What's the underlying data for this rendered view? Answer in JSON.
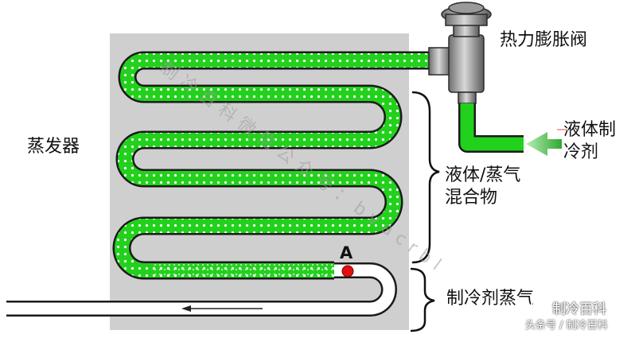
{
  "labels": {
    "valve": "热力膨胀阀",
    "evaporator": "蒸发器",
    "liquid_refrigerant_line1": "液体制",
    "liquid_refrigerant_line2": "冷剂",
    "mixture_line1": "液体/蒸气",
    "mixture_line2": "混合物",
    "vapor": "制冷剂蒸气",
    "point_a": "A"
  },
  "watermark": {
    "diagonal_text": "制冷百科微信公众号：bvacrbl",
    "brand": "制冷百科",
    "source": "头条号 / 制冷百科"
  },
  "colors": {
    "evaporator_panel": "#cfcfcf",
    "liquid_green": "#22d11c",
    "pipe_outline": "#1a1a1a",
    "vapor_pipe": "#ffffff",
    "point_a_red": "#e01010",
    "inlet_arrow": "#3db43d",
    "valve_body": "#8d8d8d"
  }
}
